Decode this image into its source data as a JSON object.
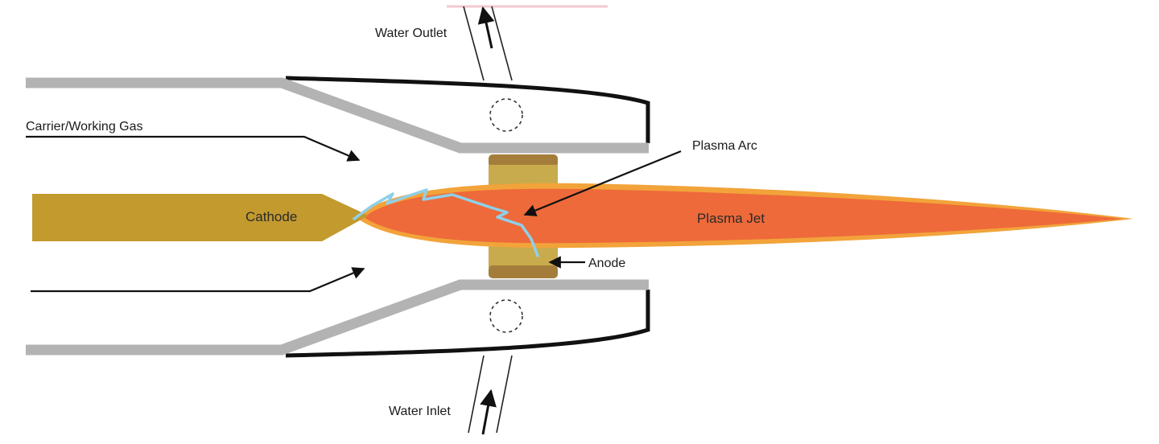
{
  "labels": {
    "water_outlet": "Water Outlet",
    "carrier_gas": "Carrier/Working Gas",
    "plasma_arc": "Plasma Arc",
    "cathode": "Cathode",
    "plasma_jet": "Plasma Jet",
    "anode": "Anode",
    "water_inlet": "Water Inlet"
  },
  "colors": {
    "housing_grey": "#b3b3b3",
    "housing_outline": "#111111",
    "cathode": "#c39a2e",
    "anode": "#c8ab4c",
    "anode_band": "#a57d3a",
    "plasma_outer": "#f2a33a",
    "plasma_inner": "#ee6a3a",
    "arc": "#8fd0ea",
    "arrow": "#111111"
  }
}
